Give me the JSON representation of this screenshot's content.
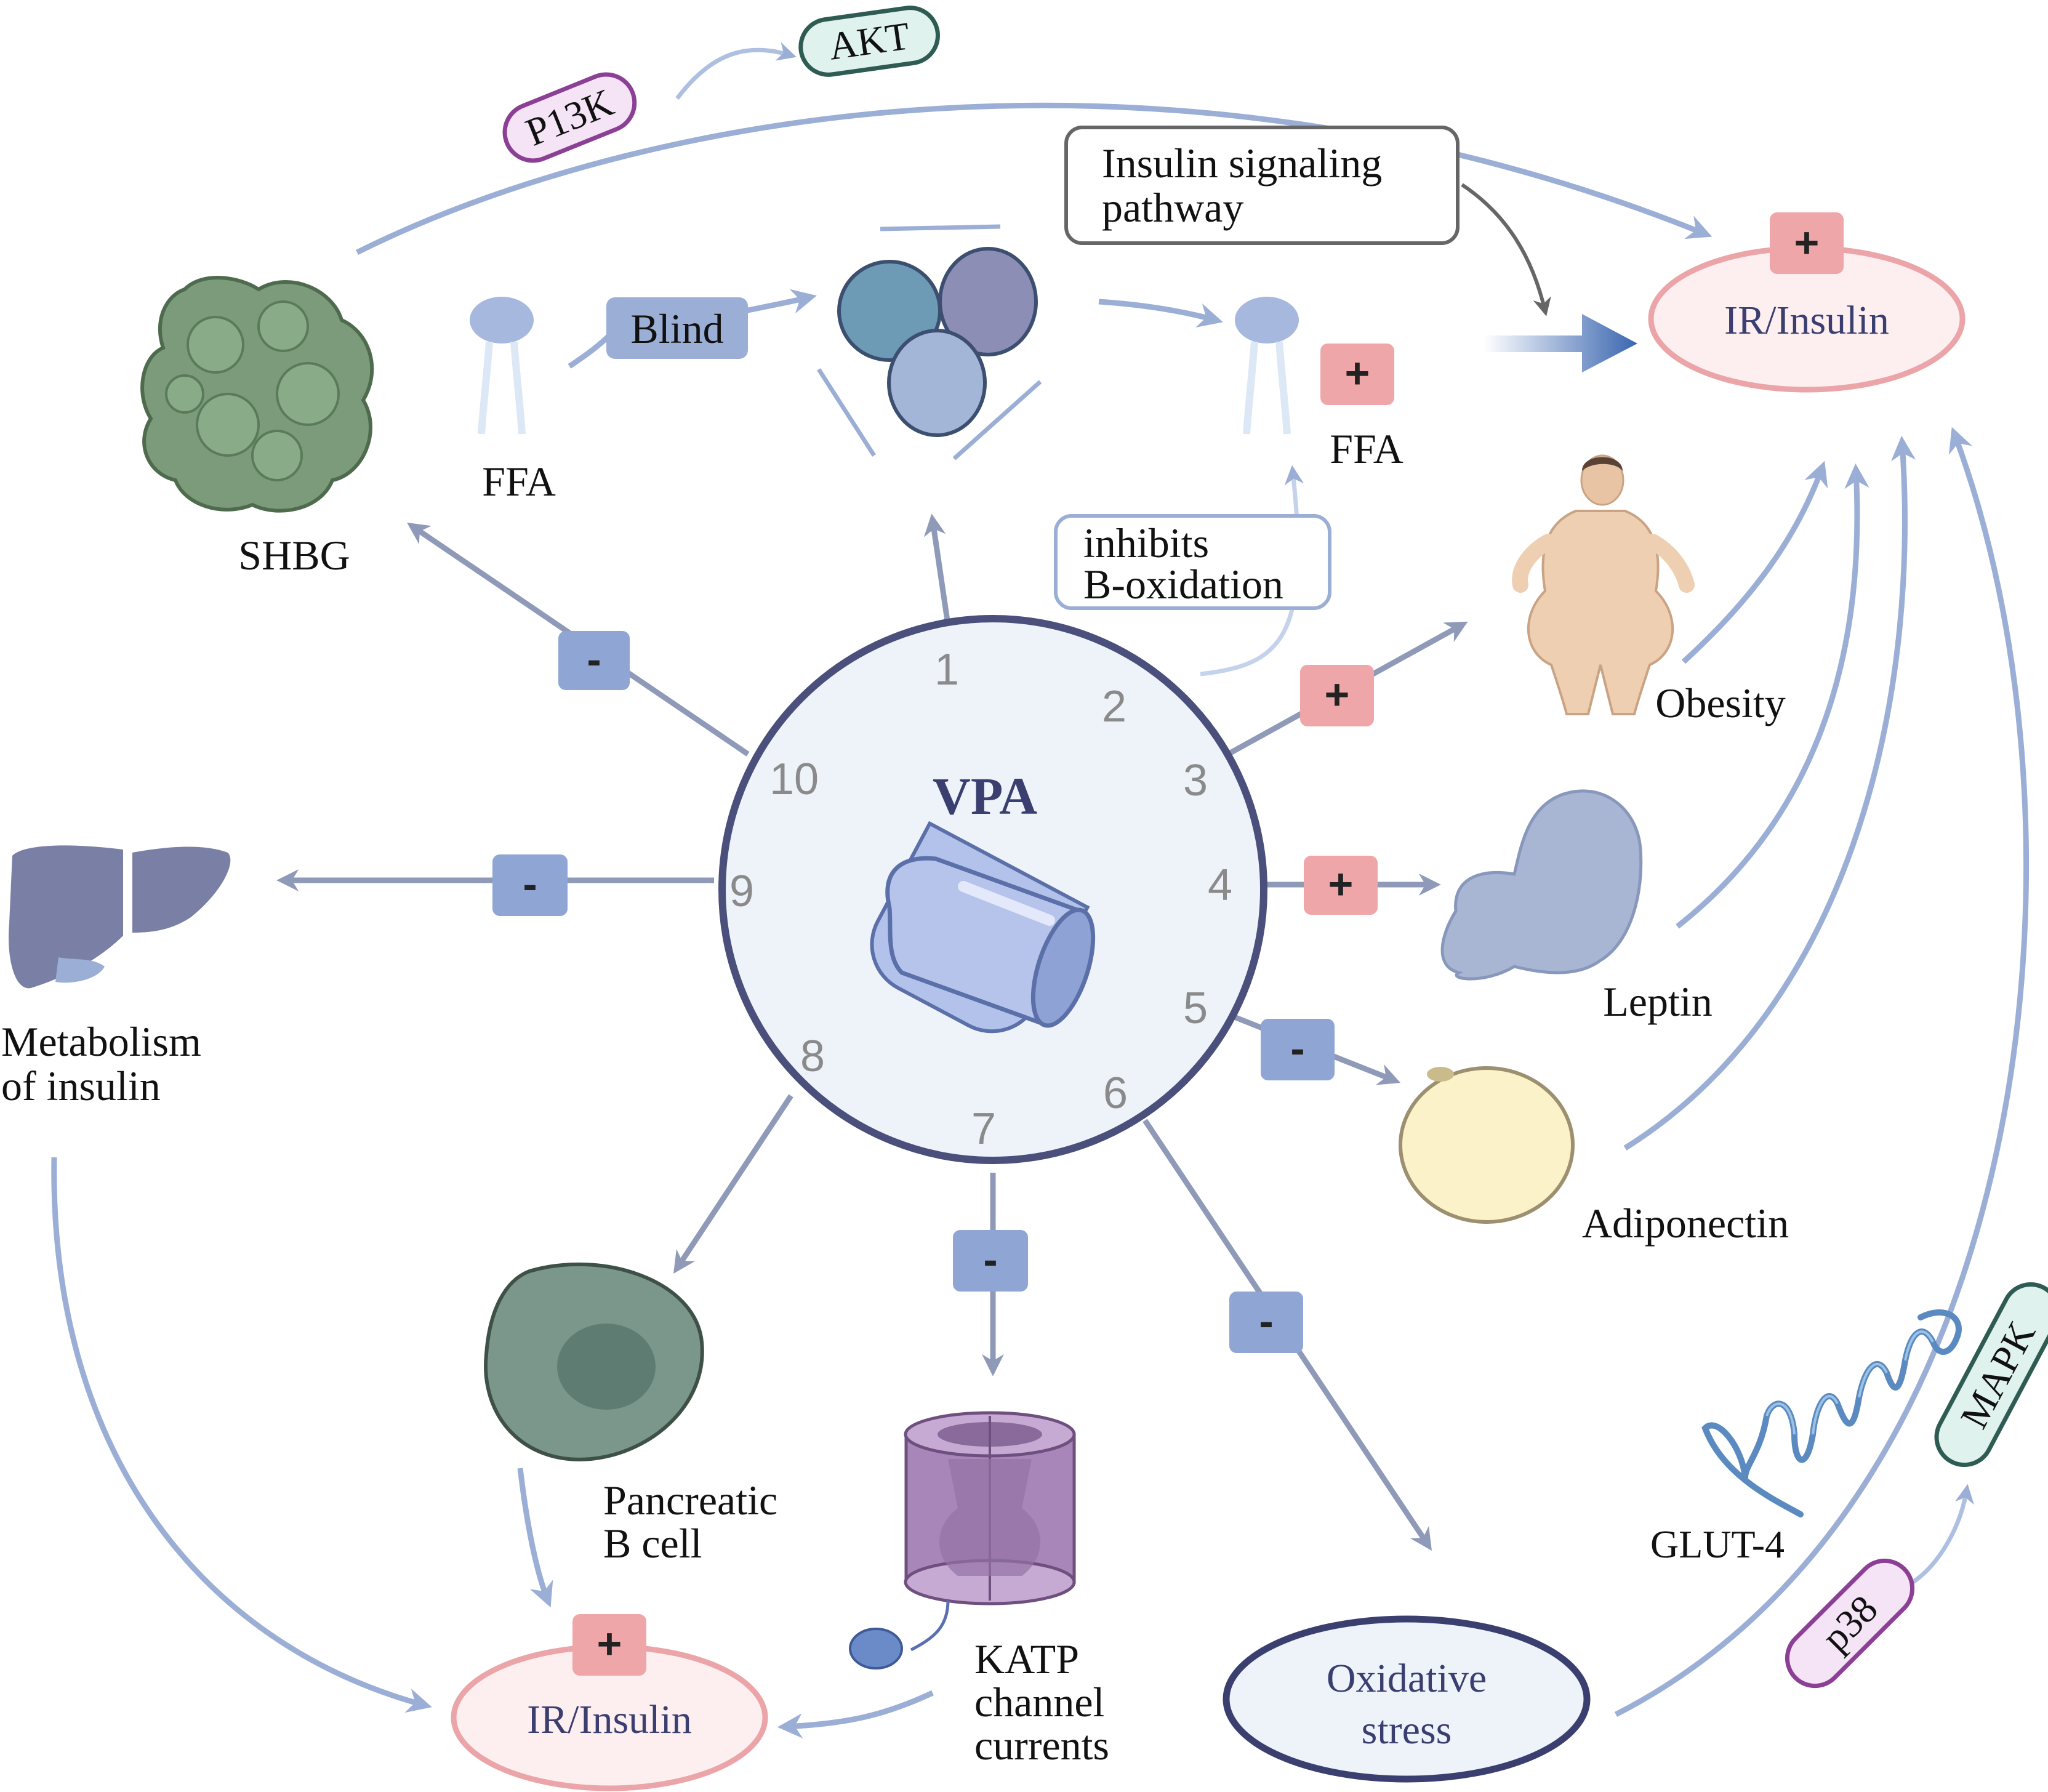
{
  "center": {
    "label": "VPA",
    "numbers": [
      "1",
      "2",
      "3",
      "4",
      "5",
      "6",
      "7",
      "8",
      "9",
      "10"
    ]
  },
  "ir_insulin": {
    "top": "IR/Insulin",
    "bottom": "IR/Insulin"
  },
  "labels": {
    "shbg": "SHBG",
    "ffa_left": "FFA",
    "ffa_right": "FFA",
    "blind": "Blind",
    "akt": "AKT",
    "p13k": "P13K",
    "insulin_signaling_1": "Insulin signaling",
    "insulin_signaling_2": "pathway",
    "inhibits_1": "inhibits",
    "inhibits_2": "B-oxidation",
    "obesity": "Obesity",
    "leptin": "Leptin",
    "adiponectin": "Adiponectin",
    "metabolism_1": "Metabolism",
    "metabolism_2": "of insulin",
    "pancreatic_1": "Pancreatic",
    "pancreatic_2": "B cell",
    "katp_1": "KATP",
    "katp_2": "channel",
    "katp_3": "currents",
    "oxidative_1": "Oxidative",
    "oxidative_2": "stress",
    "glut4": "GLUT-4",
    "mapk": "MAPK",
    "p38": "p38"
  },
  "signs": {
    "plus": "+",
    "minus": "-"
  },
  "colors": {
    "arrow": "#8f9ab8",
    "curve": "#9aaed6",
    "circle_border": "#4a4f7c",
    "circle_fill": "#eef3fa",
    "plus_box": "#efa6a8",
    "minus_box": "#8fa5d3",
    "ir_border": "#eba4a8",
    "ir_fill": "#fdeef0",
    "big_arrow": "#3a66b0"
  }
}
